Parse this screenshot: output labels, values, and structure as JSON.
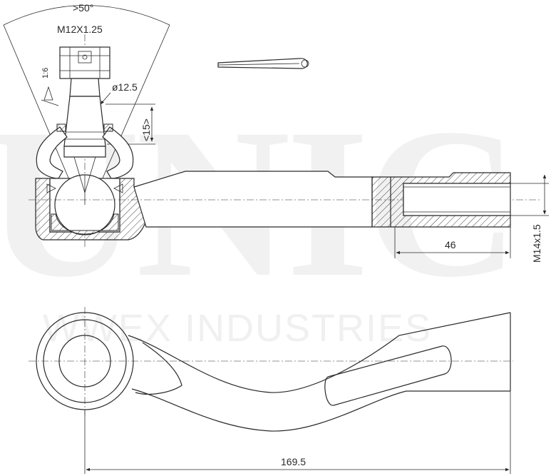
{
  "watermark": {
    "brand": "UNIC",
    "company": "WWEX INDUSTRIES"
  },
  "dimensions": {
    "cone_angle": ">50°",
    "thread_top": "M12X1.25",
    "stud_diameter": "ø12.5",
    "taper_length": "<15>",
    "taper_ratio": "1:6",
    "thread_length": "46",
    "thread_size": "M14x1.5",
    "overall_length": "169.5"
  },
  "colors": {
    "line": "#2a2a2a",
    "hatch": "#2a2a2a",
    "background": "#ffffff"
  }
}
